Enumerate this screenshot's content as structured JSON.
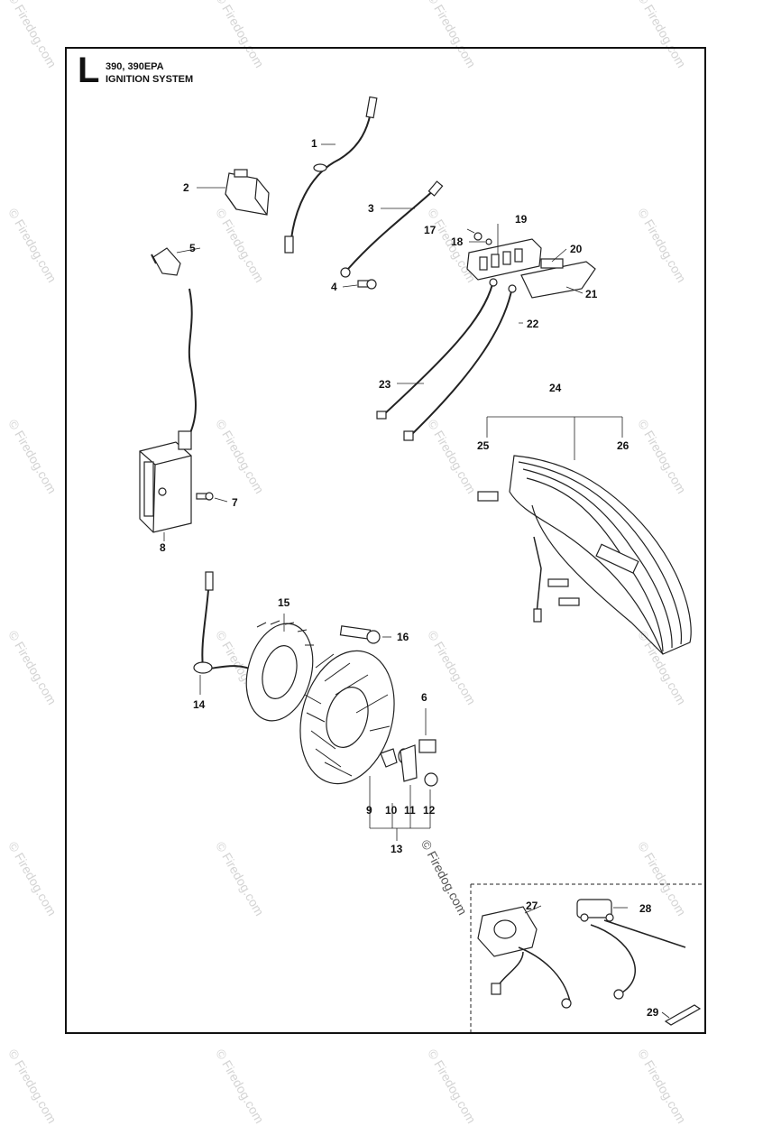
{
  "header": {
    "section_letter": "L",
    "model": "390, 390EPA",
    "title": "IGNITION SYSTEM"
  },
  "watermark": {
    "text": "© Firedog.com",
    "color": "#d4d4d4"
  },
  "center_mark": "© Firedog.com",
  "callouts": [
    "1",
    "2",
    "3",
    "4",
    "5",
    "6",
    "7",
    "8",
    "9",
    "10",
    "11",
    "12",
    "13",
    "14",
    "15",
    "16",
    "17",
    "18",
    "19",
    "20",
    "21",
    "22",
    "23",
    "24",
    "25",
    "26",
    "27",
    "28",
    "29"
  ]
}
